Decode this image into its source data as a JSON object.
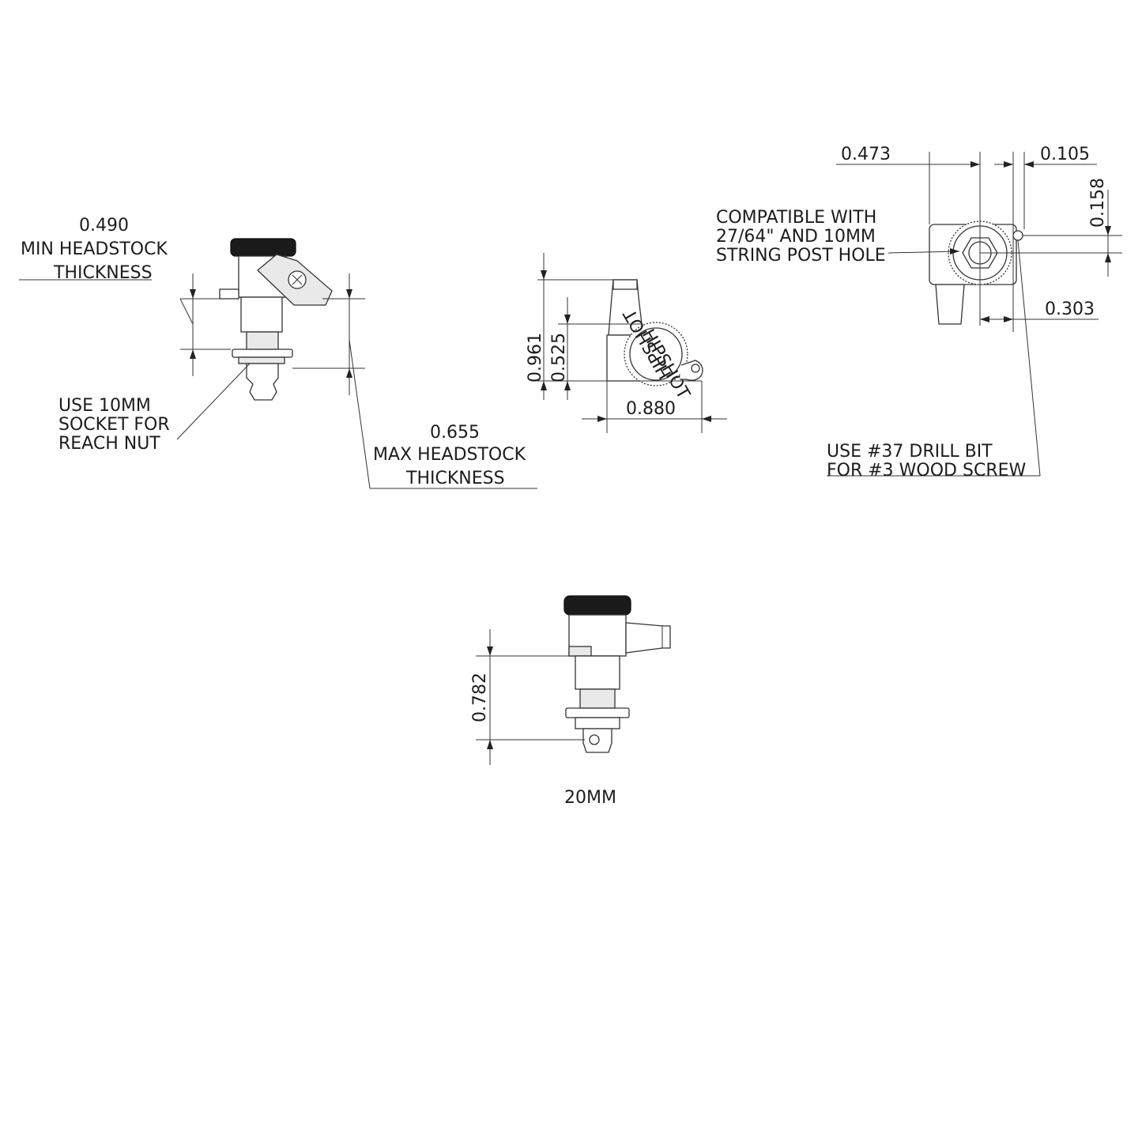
{
  "view_side": {
    "min_thickness_value": "0.490",
    "min_thickness_line1": "MIN HEADSTOCK",
    "min_thickness_line2": "THICKNESS",
    "socket_line1": "USE 10MM",
    "socket_line2": "SOCKET FOR",
    "socket_line3": "REACH NUT",
    "max_thickness_value": "0.655",
    "max_thickness_line1": "MAX HEADSTOCK",
    "max_thickness_line2": "THICKNESS"
  },
  "view_front": {
    "dim_height_total": "0.961",
    "dim_height_center": "0.525",
    "dim_width": "0.880",
    "logo_text": "HIPSHOT"
  },
  "view_back": {
    "dim_width": "0.473",
    "dim_offset": "0.105",
    "dim_vertical": "0.158",
    "dim_screw": "0.303",
    "compat_line1": "COMPATIBLE WITH",
    "compat_line2": "27/64\" AND 10MM",
    "compat_line3": "STRING POST HOLE",
    "drill_line1": "USE #37 DRILL BIT",
    "drill_line2": "FOR #3 WOOD SCREW"
  },
  "view_bottom": {
    "dim_height": "0.782",
    "caption": "20MM"
  }
}
